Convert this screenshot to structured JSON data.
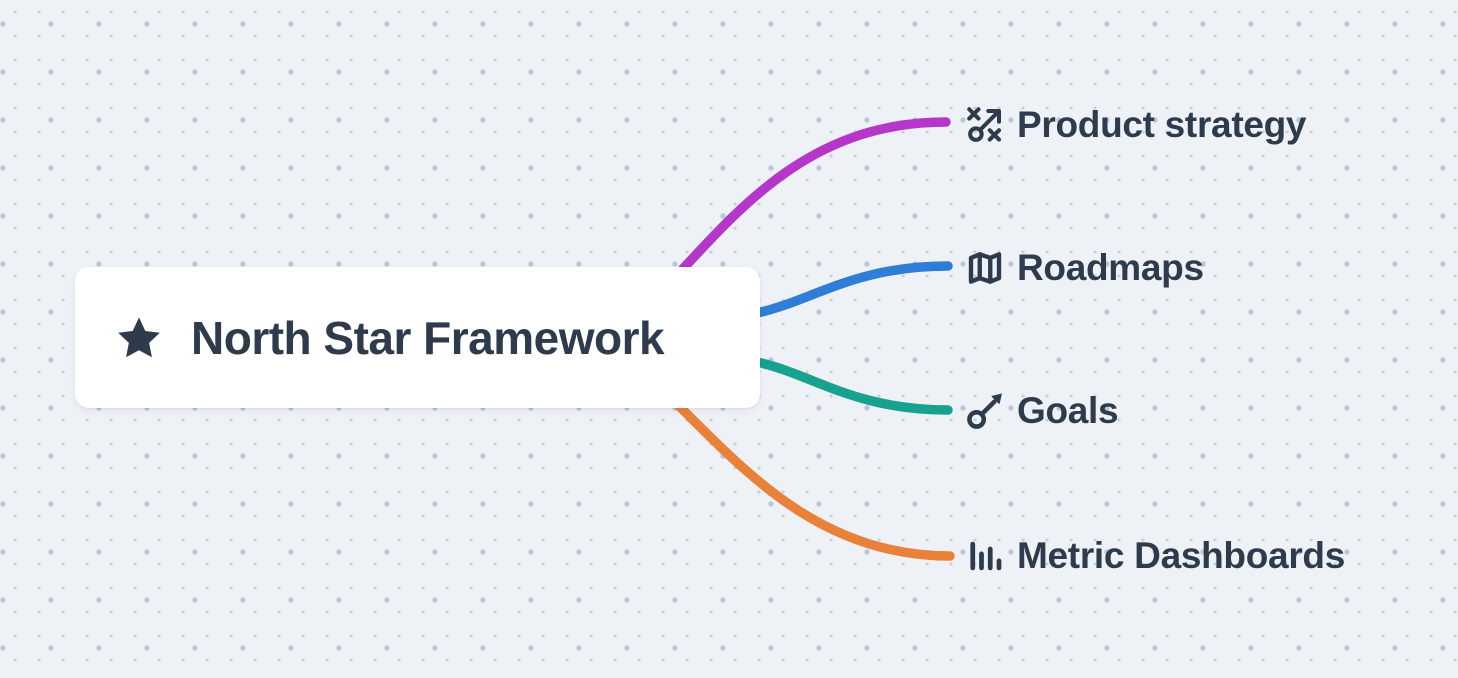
{
  "theme": {
    "canvas_bg": "#eef1f5",
    "dot_small": "#cad1da",
    "dot_large": "#bcc7d5",
    "ink": "#2d3b4d",
    "card_bg": "#ffffff"
  },
  "root_node": {
    "label": "North Star Framework",
    "icon": "star-icon"
  },
  "branches": [
    {
      "label": "Product strategy",
      "icon": "strategy-icon",
      "color": "#b437c9"
    },
    {
      "label": "Roadmaps",
      "icon": "map-icon",
      "color": "#2e7ed8"
    },
    {
      "label": "Goals",
      "icon": "goal-icon",
      "color": "#16a28e"
    },
    {
      "label": "Metric Dashboards",
      "icon": "bar-chart-icon",
      "color": "#e8823a"
    }
  ]
}
